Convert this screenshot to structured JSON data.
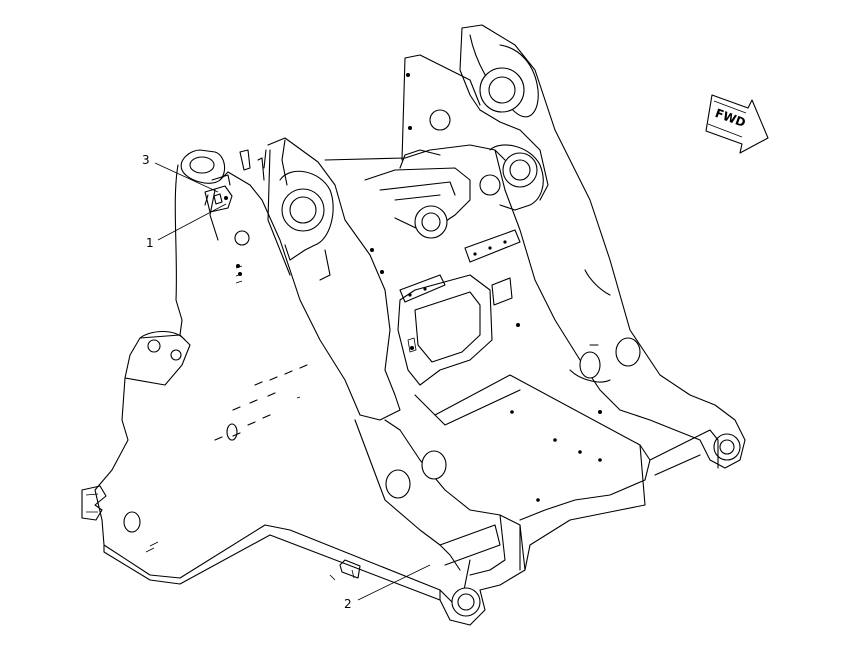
{
  "callouts": [
    {
      "id": "c3",
      "label": "3"
    },
    {
      "id": "c1",
      "label": "1"
    },
    {
      "id": "c2",
      "label": "2"
    }
  ],
  "direction_indicator": {
    "label": "FWD"
  }
}
